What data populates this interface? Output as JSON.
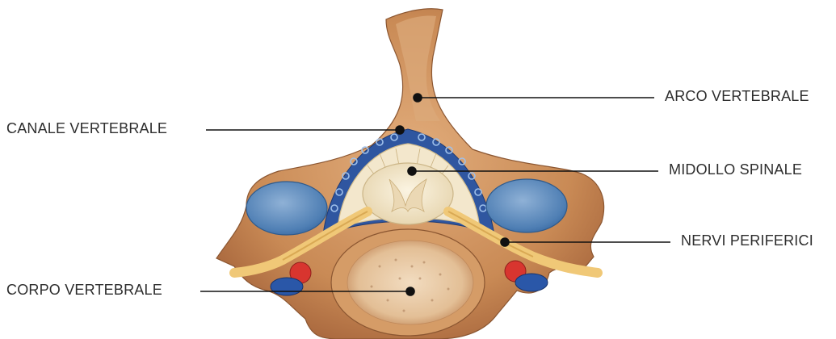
{
  "labels": {
    "arco_vertebrale": "ARCO VERTEBRALE",
    "canale_vertebrale": "CANALE VERTEBRALE",
    "midollo_spinale": "MIDOLLO SPINALE",
    "nervi_periferici": "NERVI PERIFERICI",
    "corpo_vertebrale": "CORPO VERTEBRALE"
  },
  "colors": {
    "bone": "#c98a55",
    "bone_dark": "#a3643a",
    "bone_light": "#e0aa78",
    "disc_blue": "#5a86b5",
    "canal_blue": "#2f56a0",
    "cord": "#efe3c2",
    "nerve": "#f0c877",
    "artery": "#d8352f",
    "vein": "#2a57a8",
    "leader": "#111111"
  }
}
